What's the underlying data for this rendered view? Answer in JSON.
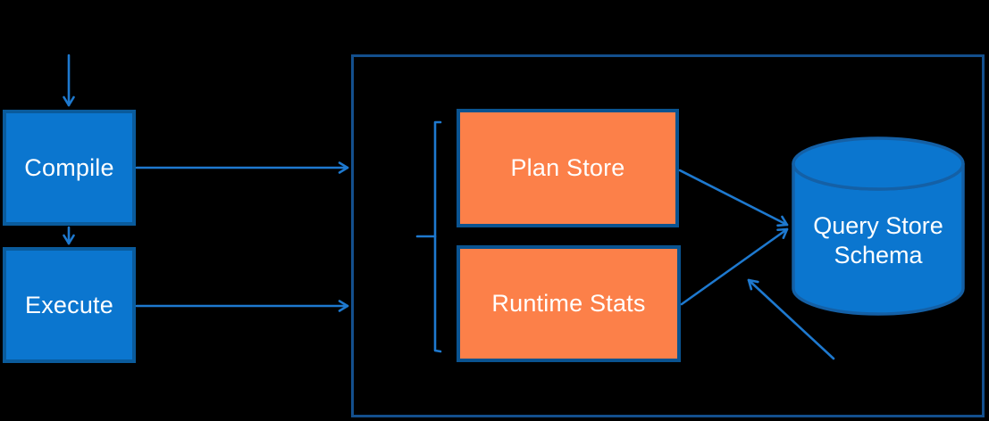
{
  "diagram": {
    "title": "Query Store architecture diagram",
    "background_color": "#000000",
    "colors": {
      "node_fill_blue": "#0B76CF",
      "node_border_blue": "#0A5B9C",
      "node_fill_orange": "#FC8049",
      "node_border_orange": "#0A5390",
      "container_border": "#134F8D",
      "cylinder_fill": "#0B76CF",
      "cylinder_border": "#1460A6",
      "arrow": "#1E79CF",
      "text": "#FFFFFF"
    },
    "nodes": {
      "compile": {
        "label": "Compile",
        "shape": "rectangle"
      },
      "execute": {
        "label": "Execute",
        "shape": "rectangle"
      },
      "plan_store": {
        "label": "Plan Store",
        "shape": "rectangle"
      },
      "runtime_stats": {
        "label": "Runtime Stats",
        "shape": "rectangle"
      },
      "query_store_schema": {
        "label": "Query Store Schema",
        "shape": "database-cylinder"
      }
    },
    "edges": [
      {
        "from": "top",
        "to": "compile",
        "type": "arrow"
      },
      {
        "from": "compile",
        "to": "execute",
        "type": "arrow"
      },
      {
        "from": "compile",
        "to": "query-store-container",
        "type": "arrow"
      },
      {
        "from": "execute",
        "to": "query-store-container",
        "type": "arrow"
      },
      {
        "from": "plan_store",
        "to": "query_store_schema",
        "type": "arrow"
      },
      {
        "from": "runtime_stats",
        "to": "query_store_schema",
        "type": "arrow"
      },
      {
        "from": "bottom-right",
        "to": "query_store_schema",
        "type": "arrow"
      }
    ],
    "annotations": {
      "bracket": "grouping bracket left of Plan Store and Runtime Stats"
    }
  }
}
